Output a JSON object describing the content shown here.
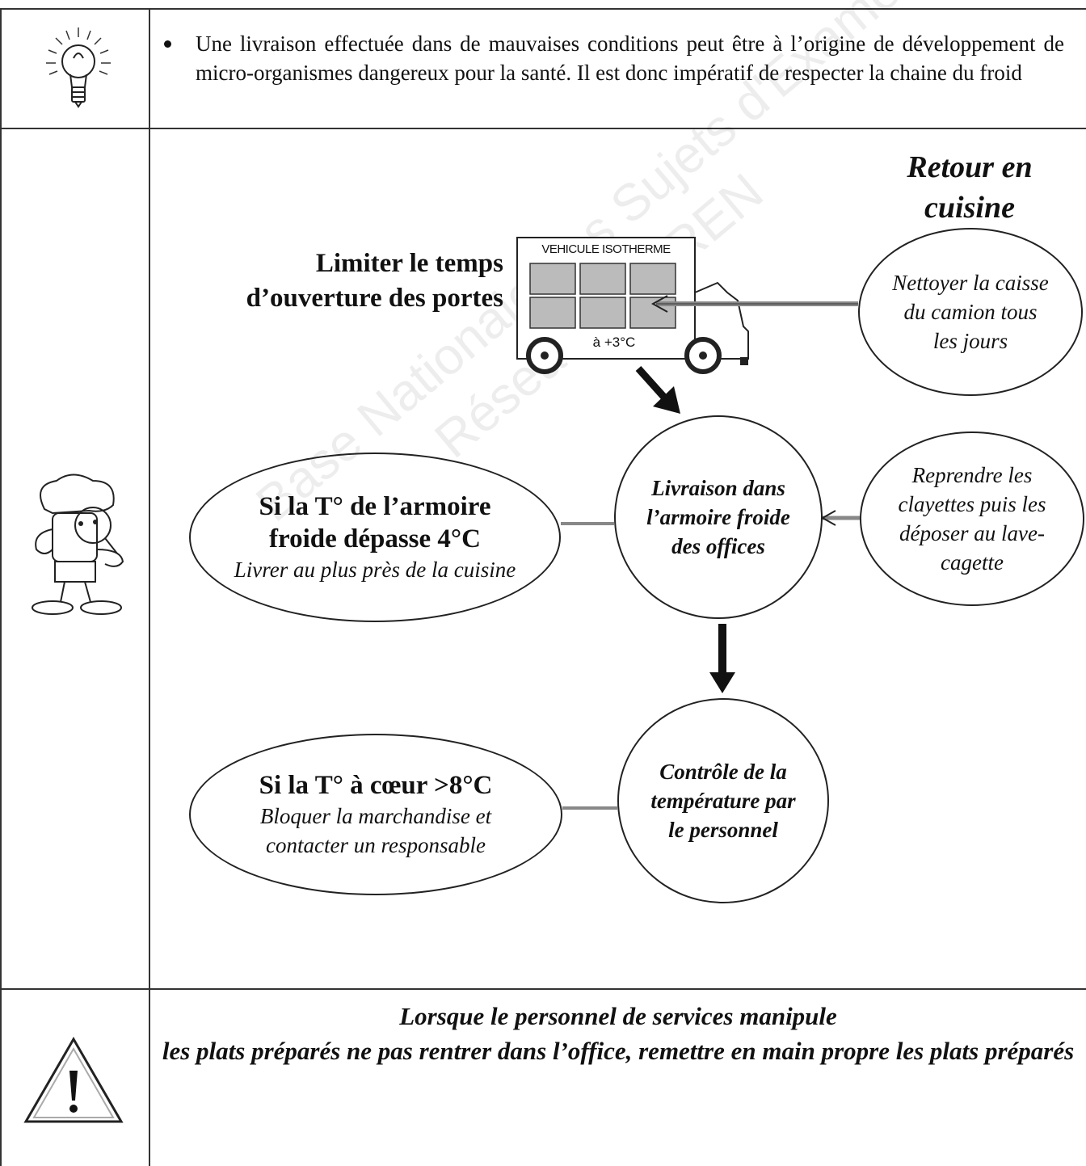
{
  "tip": {
    "text": "Une livraison effectuée dans de mauvaises conditions peut être à l’origine de développement de micro-organismes dangereux pour la santé. Il est donc impératif de respecter la chaine du froid"
  },
  "diagram": {
    "retour_title": "Retour en cuisine",
    "limiter": "Limiter le temps d’ouverture des portes",
    "truck": {
      "label": "VEHICULE ISOTHERME",
      "temp": "à +3°C"
    },
    "nettoyer": "Nettoyer la caisse du camion tous les jours",
    "livraison": "Livraison dans l’armoire froide des offices",
    "armoire_title": "Si la T° de l’armoire froide dépasse 4°C",
    "armoire_action": "Livrer au plus près de la cuisine",
    "reprendre": "Reprendre les clayettes puis les déposer au lave-cagette",
    "controle": "Contrôle de la température par le personnel",
    "coeur_title": "Si la T° à cœur >8°C",
    "coeur_action": "Bloquer la marchandise et contacter un responsable"
  },
  "warning": {
    "line1": "Lorsque le personnel de services manipule",
    "line2": "les plats préparés ne pas rentrer dans l’office, remettre en main propre les plats préparés"
  },
  "watermark": {
    "line1": "Base Nationale des Sujets d'Examens de l'enseignement professionnel",
    "line2": "Réseau SCEREN"
  }
}
